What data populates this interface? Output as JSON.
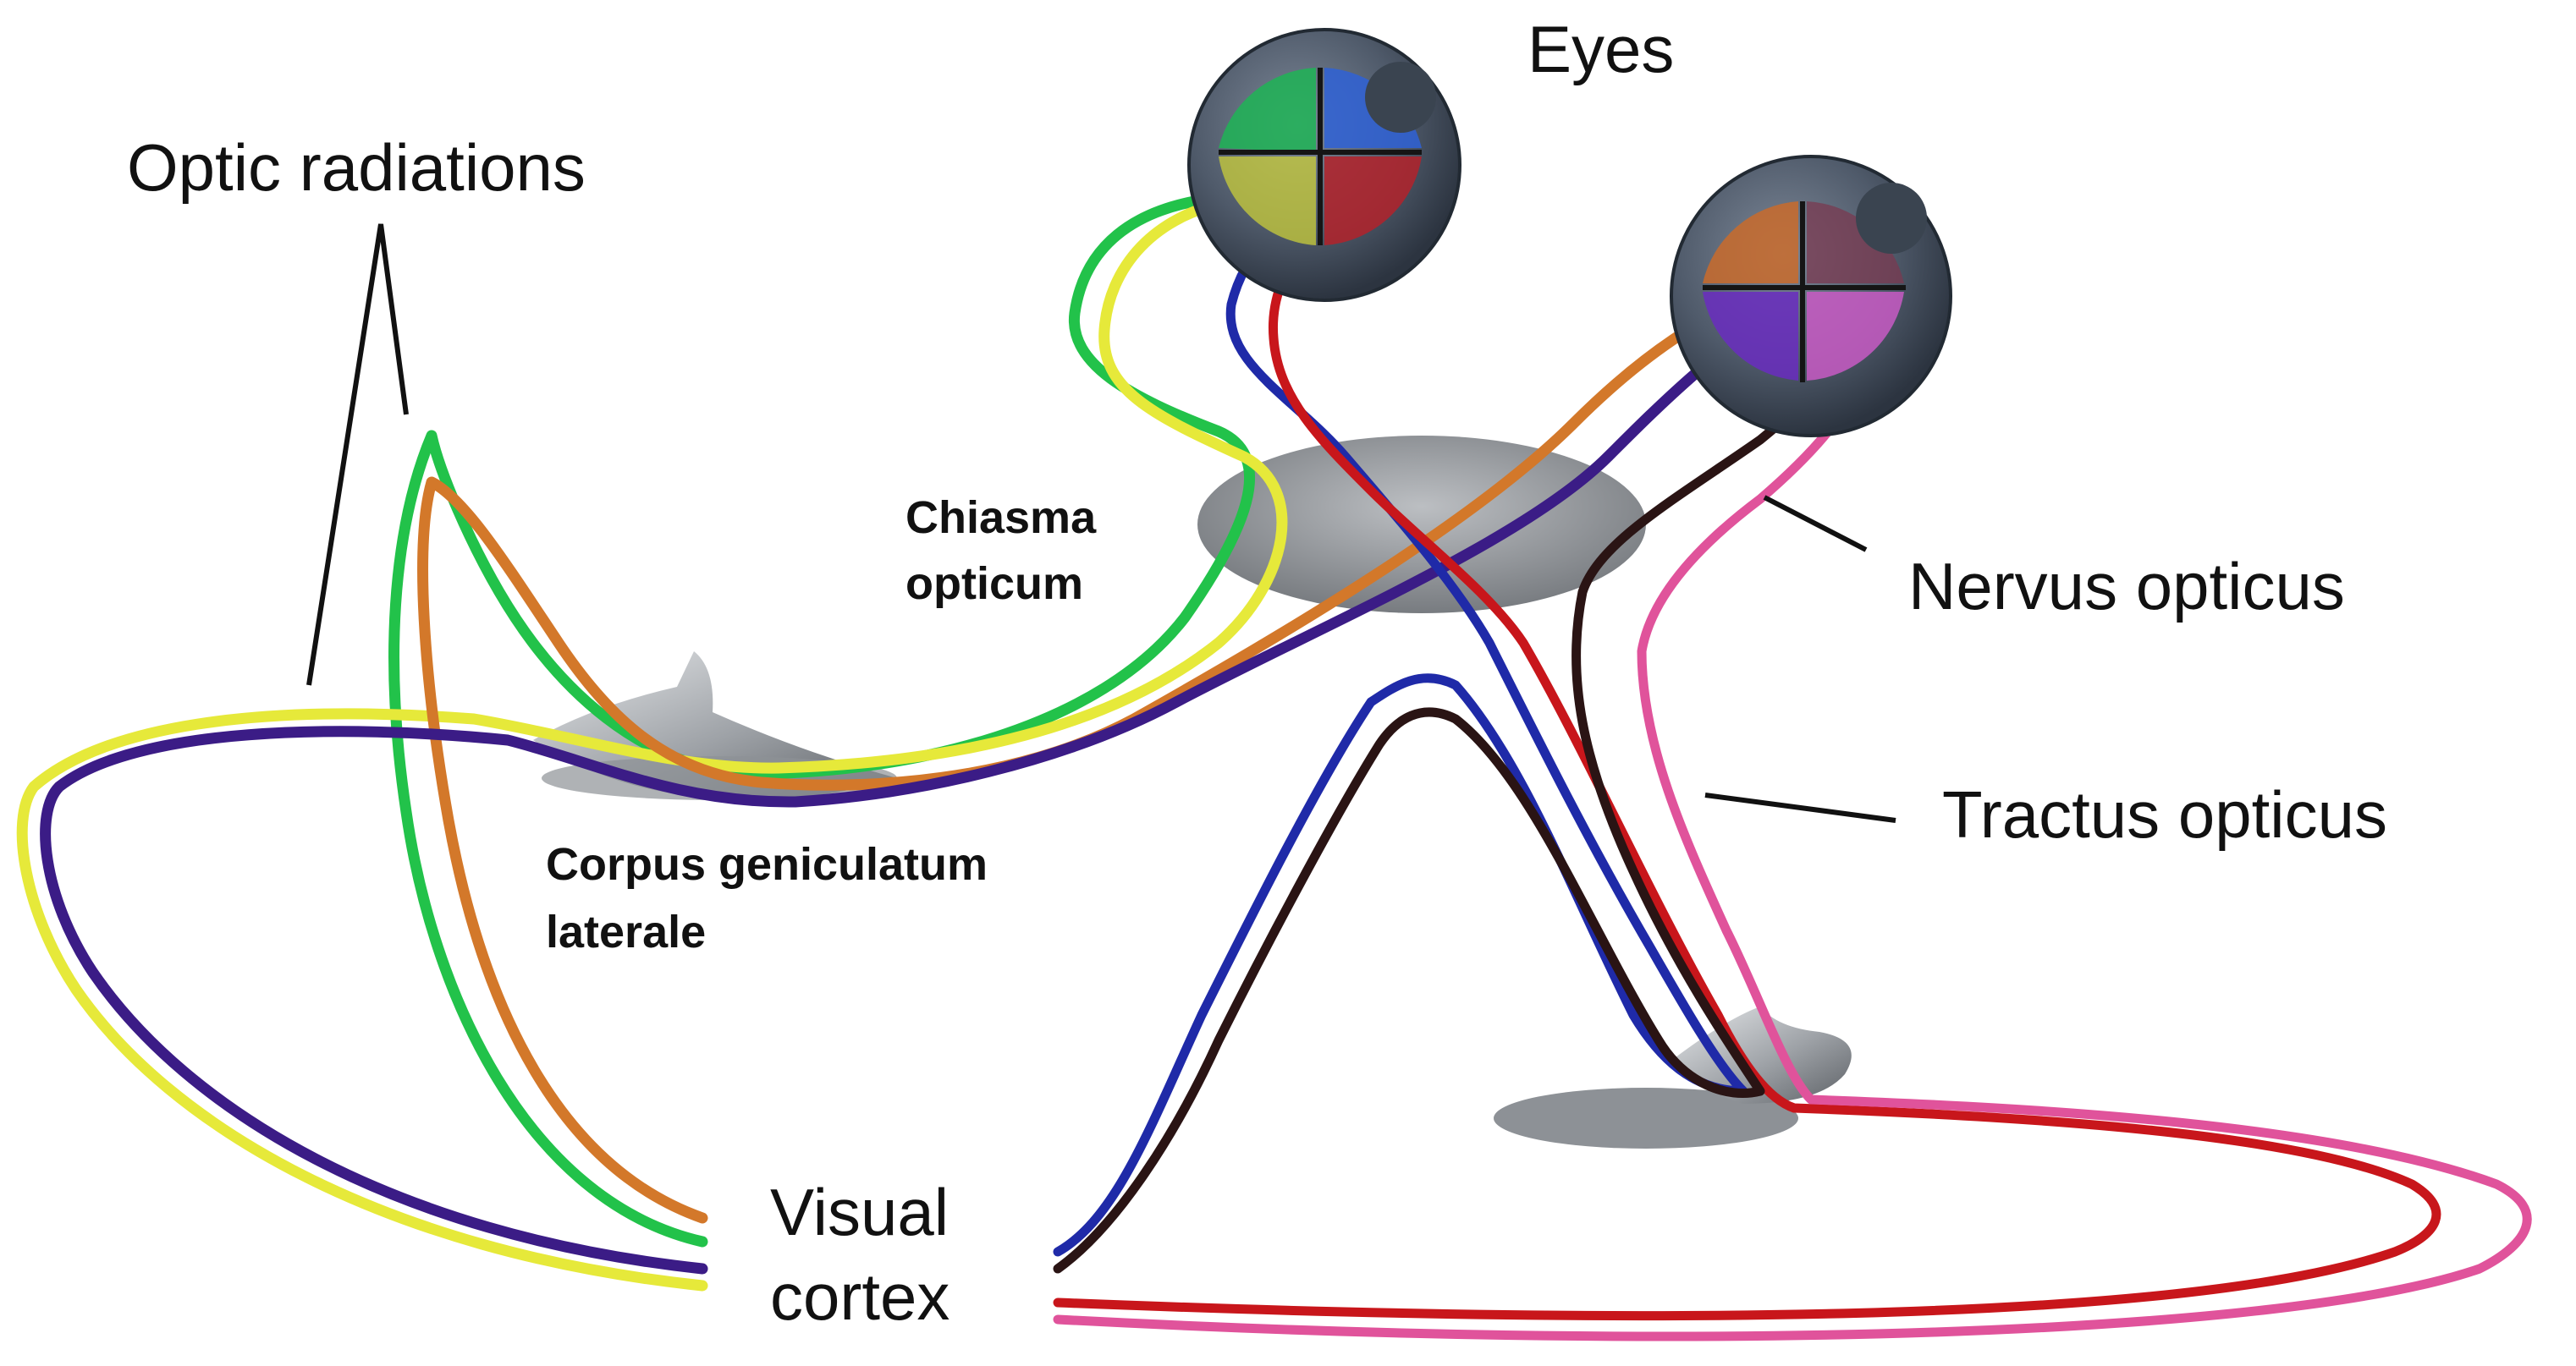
{
  "labels": {
    "eyes": "Eyes",
    "optic_radiations": "Optic radiations",
    "chiasma_line1": "Chiasma",
    "chiasma_line2": "opticum",
    "nervus_opticus": "Nervus opticus",
    "tractus_opticus": "Tractus opticus",
    "cgl_line1": "Corpus geniculatum",
    "cgl_line2": "laterale",
    "visual_line1": "Visual",
    "visual_line2": "cortex"
  },
  "colors": {
    "green": "#22c24a",
    "yellow": "#e6e93a",
    "orange": "#d3782a",
    "purple": "#3b1c86",
    "blue": "#1f2aa8",
    "red": "#c8161b",
    "black": "#2a1414",
    "pink": "#e0539b",
    "eyeball": "#4a5666",
    "structure": "#8f9398"
  }
}
